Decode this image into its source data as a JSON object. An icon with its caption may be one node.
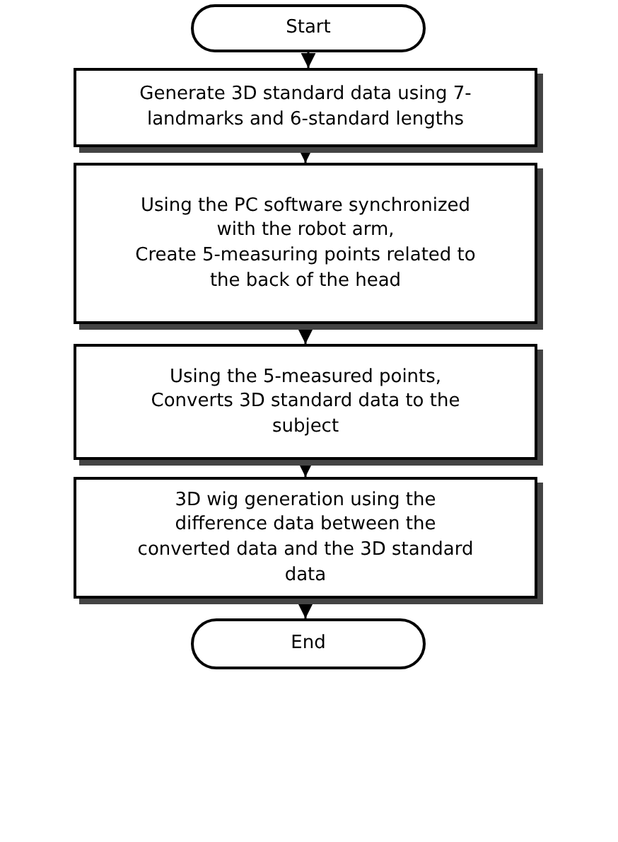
{
  "diagram": {
    "nodes": [
      {
        "text": [
          "Start"
        ]
      },
      {
        "text": [
          "Generate 3D standard data using 7-landmarks and 6-standard lengths"
        ]
      },
      {
        "text": [
          "Using the PC software synchronized with the robot arm,",
          "Create 5-measuring points related to the back of the head"
        ]
      },
      {
        "text": [
          "Using the 5-measured points,",
          "Converts 3D standard data to the subject"
        ]
      },
      {
        "text": [
          "3D wig generation using the difference data between the converted data and the 3D standard data"
        ]
      },
      {
        "text": [
          "End"
        ]
      }
    ],
    "edges": [
      {
        "from": 0,
        "to": 1,
        "arrow": "to"
      },
      {
        "from": 1,
        "to": 2,
        "arrow": "to"
      },
      {
        "from": 2,
        "to": 3,
        "arrow": "to"
      },
      {
        "from": 3,
        "to": 4,
        "arrow": "to"
      },
      {
        "from": 4,
        "to": 5,
        "arrow": "to"
      }
    ]
  }
}
